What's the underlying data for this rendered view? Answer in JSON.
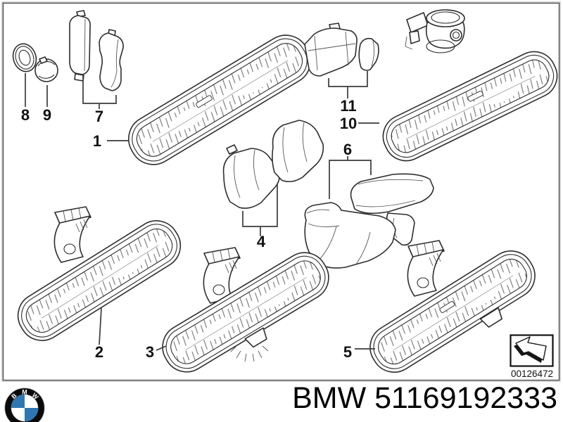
{
  "figure": {
    "part_labels": [
      {
        "n": "1"
      },
      {
        "n": "2"
      },
      {
        "n": "3"
      },
      {
        "n": "4"
      },
      {
        "n": "5"
      },
      {
        "n": "6"
      },
      {
        "n": "7"
      },
      {
        "n": "8"
      },
      {
        "n": "9"
      },
      {
        "n": "10"
      },
      {
        "n": "11"
      }
    ],
    "stamp": {
      "number": "00126472",
      "icon": "block-arrow-up-left-icon"
    }
  },
  "footer": {
    "logo": {
      "letters": [
        "B",
        "M",
        "W"
      ],
      "blue": "#2f77b3",
      "ring": "#0b0b0b"
    },
    "brand": "BMW",
    "part_number": "51169192333"
  }
}
